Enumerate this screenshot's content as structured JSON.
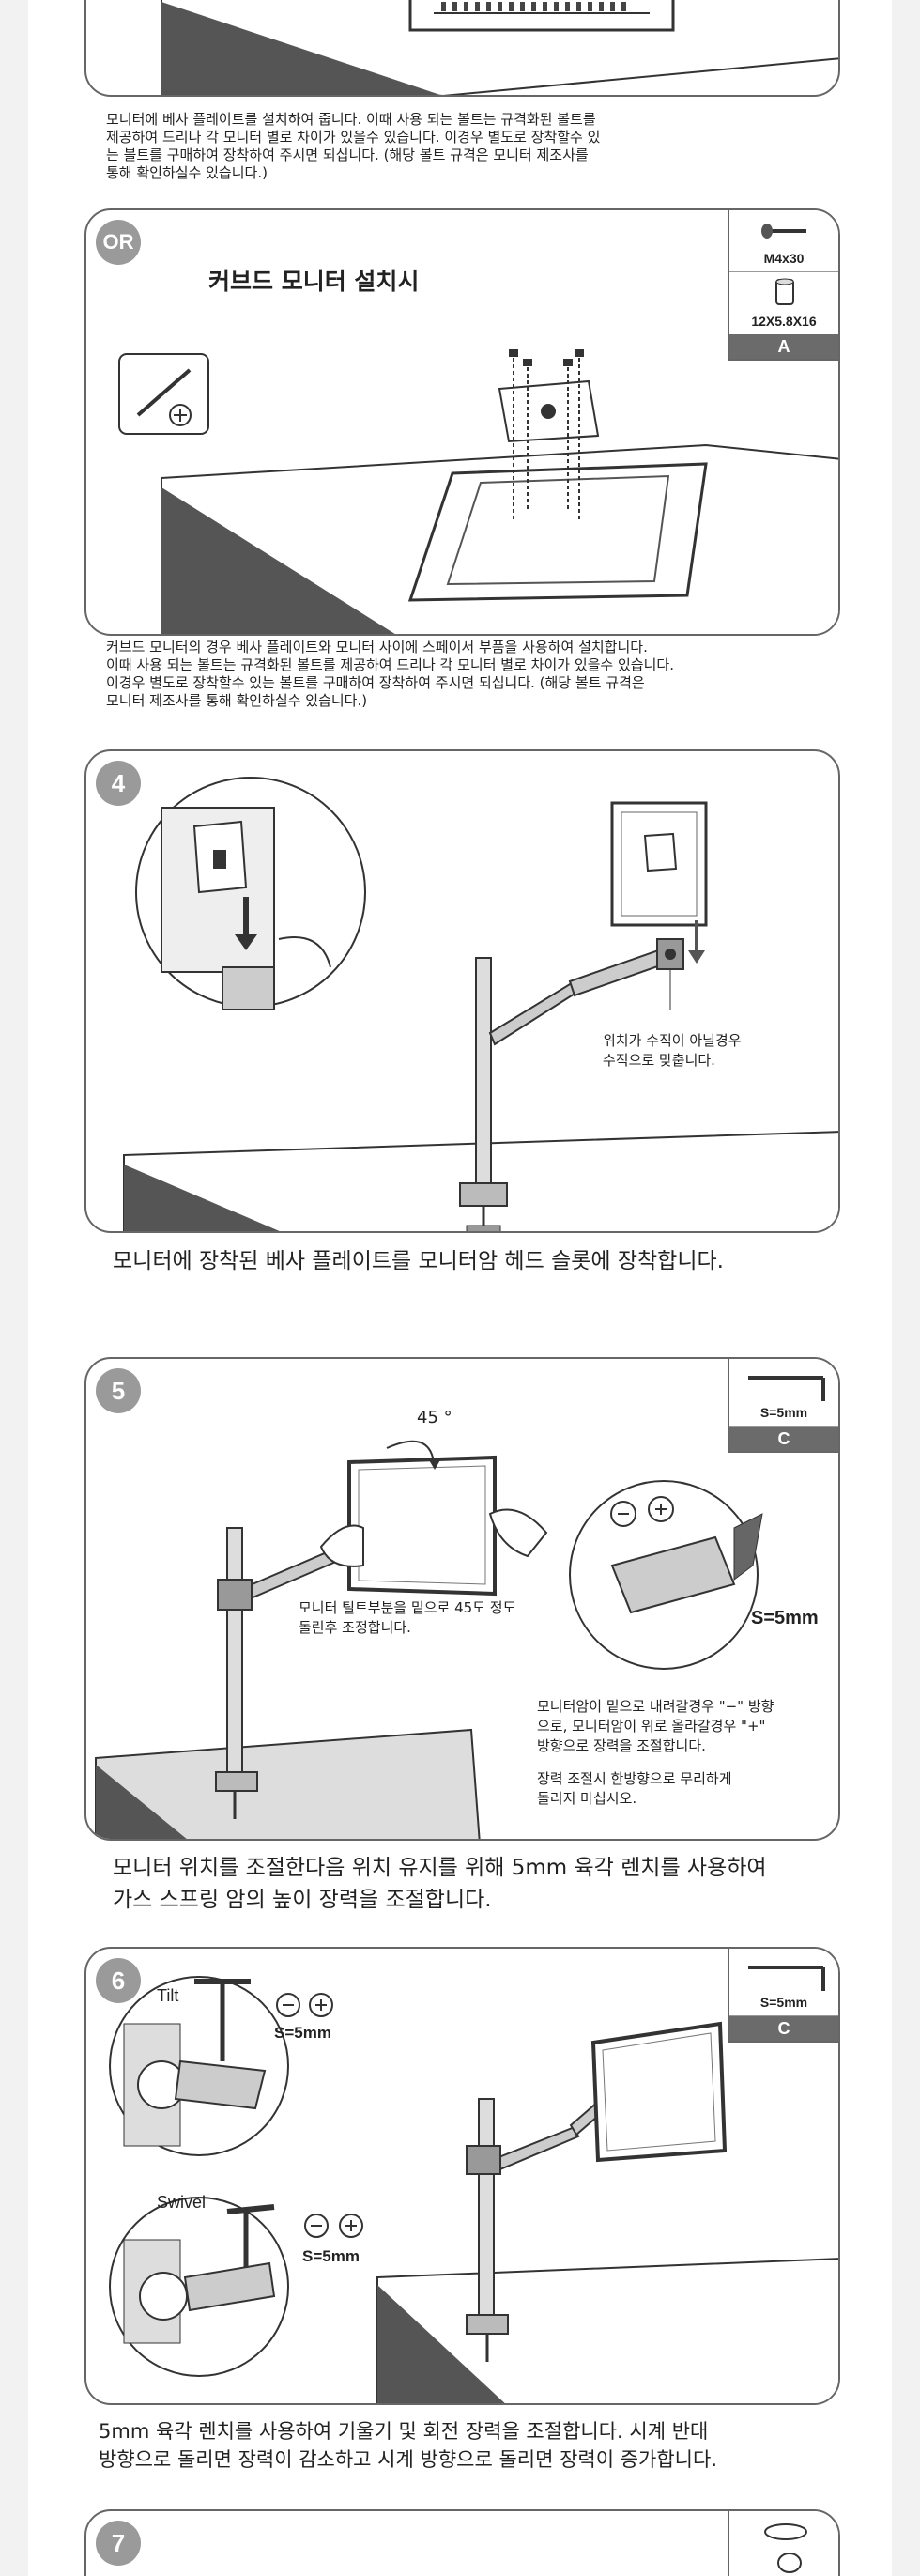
{
  "sections": {
    "top": {
      "caption_lines": [
        "모니터에 베사 플레이트를 설치하여 줍니다. 이때 사용 되는 볼트는 규격화된 볼트를",
        "제공하여 드리나 각 모니터 별로 차이가 있을수 있습니다. 이경우 별도로 장착할수 있",
        "는 볼트를 구매하여 장착하여 주시면 되십니다. (해당 볼트 규격은 모니터 제조사를",
        "통해 확인하실수  있습니다.)"
      ]
    },
    "or_panel": {
      "badge": "OR",
      "title": "커브드 모니터 설치시",
      "parts": {
        "bolt": "M4x30",
        "spacer": "12X5.8X16",
        "tag": "A"
      },
      "caption_lines": [
        "커브드 모니터의 경우 베사 플레이트와 모니터 사이에 스페이서 부품을 사용하여 설치합니다.",
        "이때 사용 되는 볼트는 규격화된 볼트를 제공하여 드리나 각 모니터 별로 차이가 있을수 있습니다.",
        "이경우 별도로 장착할수 있는 볼트를 구매하여 장착하여 주시면 되십니다. (해당 볼트 규격은",
        "모니터 제조사를 통해 확인하실수  있습니다.)"
      ]
    },
    "step4": {
      "badge": "4",
      "note_lines": [
        "위치가 수직이 아닐경우",
        "수직으로 맞춥니다."
      ],
      "caption": "모니터에 장착된 베사 플레이트를 모니터암 헤드 슬롯에 장착합니다."
    },
    "step5": {
      "badge": "5",
      "parts": {
        "wrench": "S=5mm",
        "tag": "C"
      },
      "angle": "45 °",
      "tilt_note_lines": [
        "모니터 틸트부분을 밑으로 45도 정도",
        "돌린후 조정합니다."
      ],
      "wrench_label": "S=5mm",
      "adjust_lines": [
        "모니터암이 밑으로 내려갈경우  \"−\" 방향",
        "으로, 모니터암이 위로 올라갈경우  \"+\"",
        "방향으로 장력을 조절합니다."
      ],
      "warn_lines": [
        "장력 조절시 한방향으로 무리하게",
        "돌리지 마십시오."
      ],
      "caption_lines": [
        "모니터 위치를 조절한다음 위치 유지를 위해 5mm 육각 렌치를 사용하여",
        "가스 스프링 암의 높이 장력을 조절합니다."
      ]
    },
    "step6": {
      "badge": "6",
      "parts": {
        "wrench": "S=5mm",
        "tag": "C"
      },
      "tilt_label": "Tilt",
      "swivel_label": "Swivel",
      "wrench_label_1": "S=5mm",
      "wrench_label_2": "S=5mm",
      "caption_lines": [
        "5mm 육각 렌치를 사용하여 기울기 및 회전 장력을 조절합니다. 시계 반대",
        "방향으로 돌리면 장력이 감소하고 시계 방향으로 돌리면 장력이 증가합니다."
      ]
    },
    "step7": {
      "badge": "7"
    }
  }
}
